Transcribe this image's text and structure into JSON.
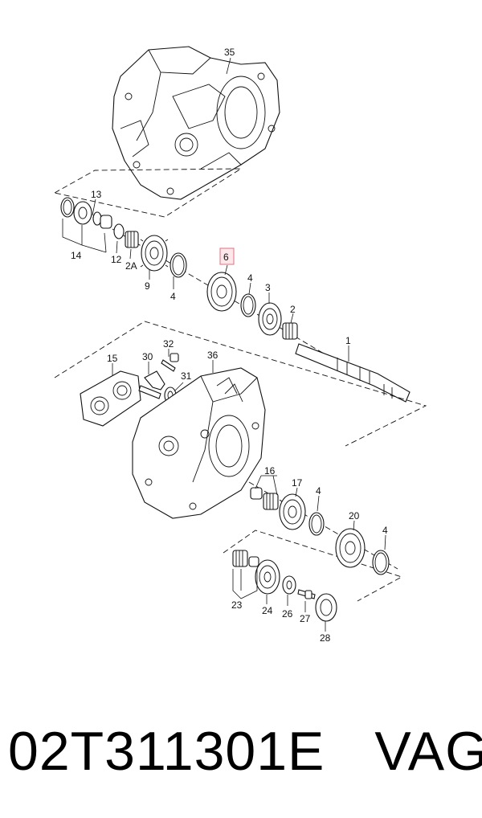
{
  "callouts": {
    "c35": "35",
    "c13": "13",
    "c14": "14",
    "c12": "12",
    "c2a": "2A",
    "c9": "9",
    "c4a": "4",
    "c6": "6",
    "c4b": "4",
    "c3": "3",
    "c2": "2",
    "c1": "1",
    "c32": "32",
    "c30": "30",
    "c31": "31",
    "c15": "15",
    "c36": "36",
    "c16": "16",
    "c17": "17",
    "c4c": "4",
    "c20": "20",
    "c4d": "4",
    "c23": "23",
    "c24": "24",
    "c26": "26",
    "c27": "27",
    "c28": "28"
  },
  "highlighted_callout": "6",
  "colors": {
    "highlight_fill": "#fde7ea",
    "highlight_stroke": "#e0707f",
    "line": "#111111"
  },
  "footer": {
    "part_number": "02T311301E",
    "brand": "VAG"
  }
}
